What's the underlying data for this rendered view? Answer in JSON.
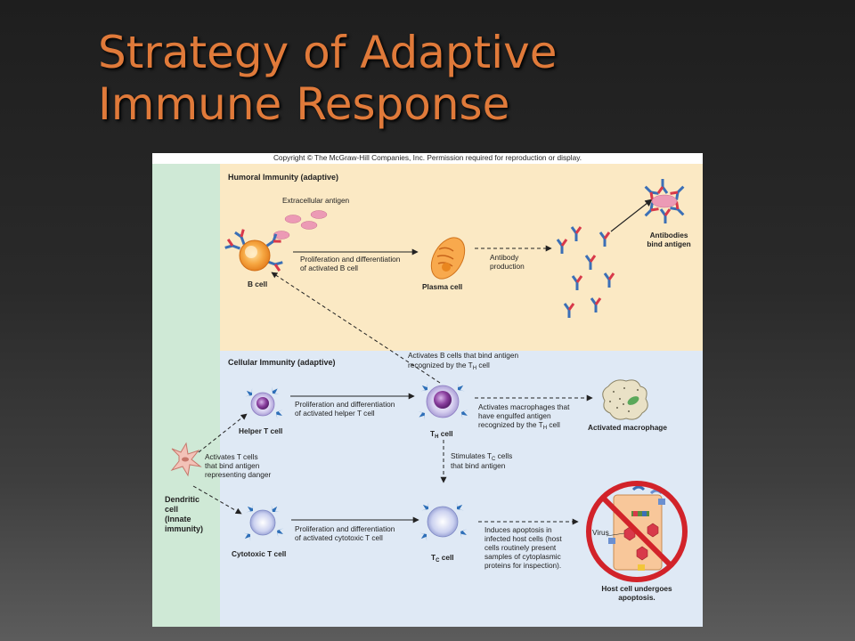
{
  "slide": {
    "title_line1": "Strategy of Adaptive",
    "title_line2": "Immune Response"
  },
  "figure": {
    "copyright": "Copyright © The McGraw-Hill Companies, Inc. Permission required for reproduction or display.",
    "humoral": {
      "title": "Humoral Immunity (adaptive)",
      "extracellular_antigen": "Extracellular antigen",
      "prolif_line1": "Proliferation and differentiation",
      "prolif_line2": "of activated B cell",
      "b_cell": "B cell",
      "plasma_cell": "Plasma cell",
      "antibody_line1": "Antibody",
      "antibody_line2": "production",
      "antibodies_line1": "Antibodies",
      "antibodies_line2": "bind antigen"
    },
    "cellular": {
      "title": "Cellular Immunity (adaptive)",
      "activates_b_line1": "Activates B cells that bind antigen",
      "activates_b_line2_prefix": "recognized by the T",
      "activates_b_line2_sub": "H",
      "activates_b_line2_suffix": " cell",
      "prolif_helper_line1": "Proliferation and differentiation",
      "prolif_helper_line2": "of activated helper T cell",
      "helper_t_cell": "Helper T cell",
      "th_cell_prefix": "T",
      "th_cell_sub": "H",
      "th_cell_suffix": " cell",
      "macro_line1": "Activates macrophages that",
      "macro_line2": "have engulfed antigen",
      "macro_line3_prefix": "recognized by the T",
      "macro_line3_sub": "H",
      "macro_line3_suffix": " cell",
      "activated_macrophage": "Activated macrophage",
      "stim_line1_prefix": "Stimulates T",
      "stim_line1_sub": "C",
      "stim_line1_suffix": " cells",
      "stim_line2": "that bind antigen",
      "activates_t_line1": "Activates T cells",
      "activates_t_line2": "that bind antigen",
      "activates_t_line3": "representing danger",
      "prolif_cyto_line1": "Proliferation and differentiation",
      "prolif_cyto_line2": "of activated cytotoxic T cell",
      "cytotoxic_t_cell": "Cytotoxic T cell",
      "tc_cell_prefix": "T",
      "tc_cell_sub": "C",
      "tc_cell_suffix": " cell",
      "apoptosis_lines": [
        "Induces apoptosis in",
        "infected host cells (host",
        "cells routinely present",
        "samples of cytoplasmic",
        "proteins for inspection)."
      ],
      "virus": "Virus",
      "host_line1": "Host cell undergoes",
      "host_line2": "apoptosis."
    },
    "innate": {
      "dendritic_lines": [
        "Dendritic",
        "cell",
        "(Innate",
        "immunity)"
      ]
    }
  },
  "colors": {
    "title_orange": "#e07a3a",
    "humoral_bg": "#fbe9c4",
    "cellular_bg": "#dfe9f5",
    "innate_bg": "#cfe9d6",
    "antibody_blue": "#3b6fb6",
    "antibody_red": "#d8394a",
    "prohibition_red": "#d2232a"
  }
}
